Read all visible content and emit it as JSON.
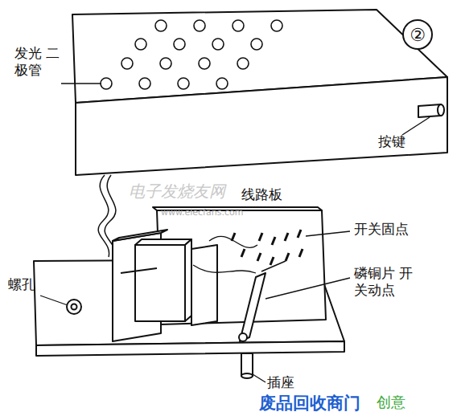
{
  "diagram": {
    "nodes": [
      {
        "text": [
          "②"
        ]
      }
    ],
    "labels": [
      "发光 二极管",
      "按键",
      "线路板",
      "开关固点",
      "磷铜片 开关动点",
      "螺孔",
      "插座",
      "电子发烧友网",
      "www.elecfans.com",
      "废品回收商门",
      "创意"
    ]
  }
}
